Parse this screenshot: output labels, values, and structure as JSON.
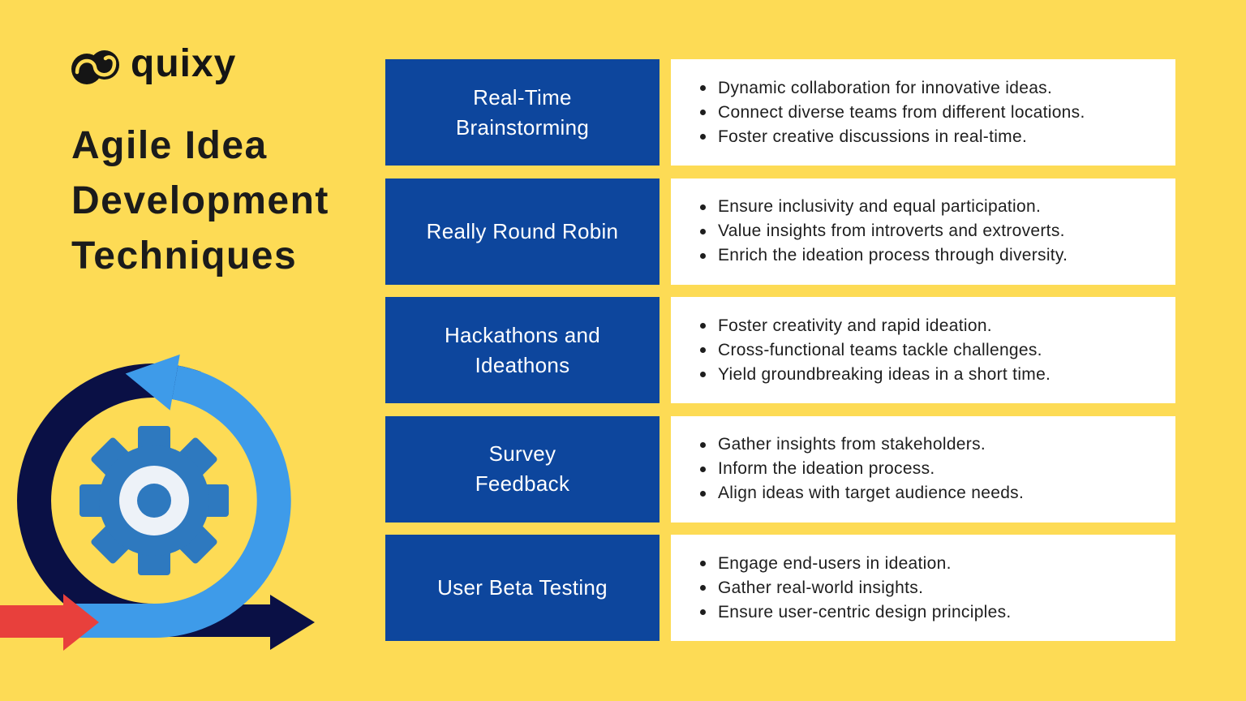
{
  "page": {
    "background_color": "#FDDB55",
    "title": "Agile Idea Development Techniques",
    "title_lines": [
      "Agile Idea",
      "Development",
      "Techniques"
    ]
  },
  "logo": {
    "brand": "quixy",
    "mark": "infinity-icon",
    "color": "#151515"
  },
  "colors": {
    "background_yellow": "#FDDB55",
    "panel_blue": "#0D469D",
    "panel_white": "#FFFFFF",
    "text_dark": "#1B1B1B",
    "navy": "#0A1045",
    "sky_blue": "#3E9BE9",
    "gear_blue": "#2E79BF",
    "gear_center_white": "#EDF2F8",
    "red": "#E8403C"
  },
  "techniques": [
    {
      "label": "Real-Time Brainstorming",
      "label_lines": [
        "Real-Time",
        "Brainstorming"
      ],
      "bullets": [
        "Dynamic collaboration for innovative ideas.",
        "Connect diverse teams from different locations.",
        "Foster creative discussions in real-time."
      ]
    },
    {
      "label": "Really Round Robin",
      "label_lines": [
        "Really Round Robin"
      ],
      "bullets": [
        "Ensure inclusivity and equal participation.",
        "Value insights from introverts and extroverts.",
        "Enrich the ideation process through diversity."
      ]
    },
    {
      "label": "Hackathons and Ideathons",
      "label_lines": [
        "Hackathons and",
        "Ideathons"
      ],
      "bullets": [
        "Foster creativity and rapid ideation.",
        "Cross-functional teams tackle challenges.",
        "Yield groundbreaking ideas in a short time."
      ]
    },
    {
      "label": "Survey Feedback",
      "label_lines": [
        "Survey",
        "Feedback"
      ],
      "bullets": [
        "Gather insights from stakeholders.",
        "Inform the ideation process.",
        "Align ideas with target audience needs."
      ]
    },
    {
      "label": "User Beta Testing",
      "label_lines": [
        "User Beta Testing"
      ],
      "bullets": [
        "Engage end-users in ideation.",
        "Gather real-world insights.",
        "Ensure user-centric design principles."
      ]
    }
  ],
  "illustration": {
    "name": "agile-sprint-cycle"
  }
}
